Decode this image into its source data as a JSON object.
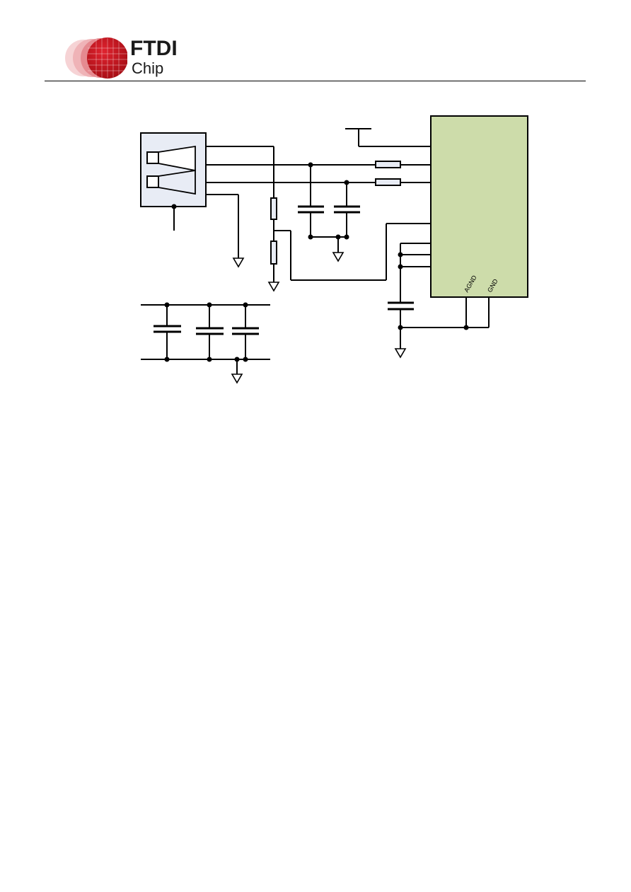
{
  "header": {
    "logo_word_1": "FTDI",
    "logo_word_2": "Chip",
    "logo_color": "#c8101b"
  },
  "schematic": {
    "ic_fill": "#cddcaa",
    "connector_fill": "#e8ecf5",
    "pins": {
      "agnd": "AGND",
      "gnd": "GND"
    }
  }
}
